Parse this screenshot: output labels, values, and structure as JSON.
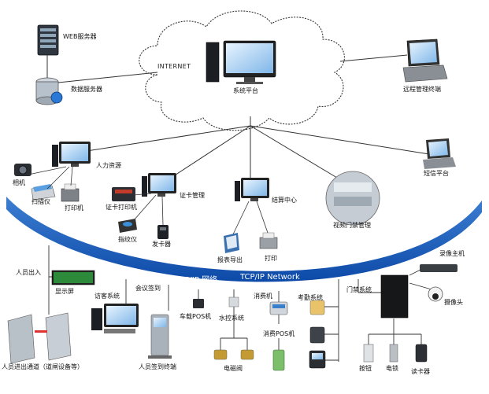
{
  "cloud": {
    "internet": "INTERNET",
    "platform": "系统平台"
  },
  "servers": {
    "web": "WEB服务器",
    "db": "数据服务器"
  },
  "remote": "远程管理终端",
  "bus": {
    "cn": "TCP/IP 网络",
    "en": "TCP/IP Network"
  },
  "nodes": {
    "hr": "人力资源",
    "camera": "相机",
    "scanner": "扫描仪",
    "printer1": "打印机",
    "card_mgmt": "证卡管理",
    "card_printer": "证卡打印机",
    "fingerprint": "指纹仪",
    "card_issuer": "发卡器",
    "settlement": "结算中心",
    "report": "报表导出",
    "print2": "打印",
    "video_access": "视频门禁管理",
    "sms": "短信平台",
    "recorder": "录像主机",
    "webcam": "摄像头",
    "entry": "人员出入",
    "display": "显示屏",
    "visitor": "访客系统",
    "meeting": "会议签到",
    "checkin_terminal": "人员签到终端",
    "gate": "人员进出通道（道闸设备等）",
    "car_pos": "车载POS机",
    "water": "水控系统",
    "valve": "电磁阀",
    "consume": "消费机",
    "consume_pos": "消费POS机",
    "attendance": "考勤系统",
    "door": "门禁系统",
    "button": "按钮",
    "lock": "电锁",
    "reader": "读卡器"
  }
}
